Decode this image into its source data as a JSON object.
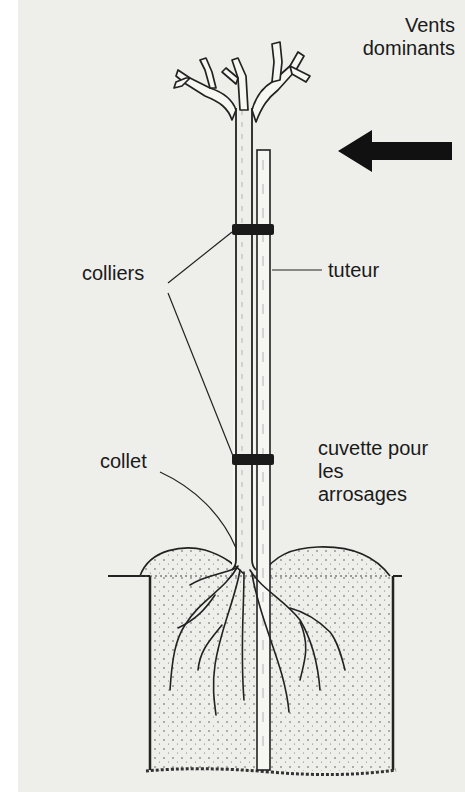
{
  "diagram": {
    "labels": [
      "Vents dominants",
      "colliers",
      "tuteur",
      "collet",
      "cuvette pour les arrosages"
    ]
  }
}
